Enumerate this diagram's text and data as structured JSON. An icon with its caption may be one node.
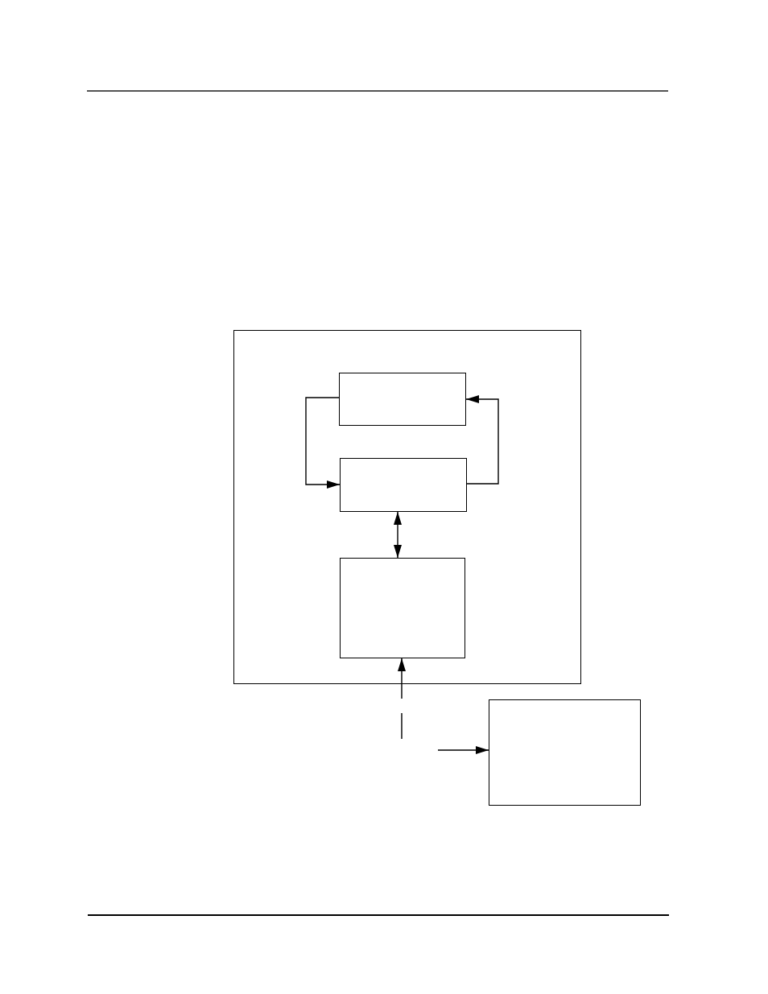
{
  "diagram": {
    "nodes": [
      {
        "text": [],
        "shape": "box"
      },
      {
        "text": [],
        "shape": "box",
        "in": 0
      },
      {
        "text": [],
        "shape": "box",
        "in": 0
      },
      {
        "text": [],
        "shape": "box",
        "in": 0
      },
      {
        "text": [],
        "shape": "box"
      }
    ],
    "edges": [
      {
        "from": 1,
        "to": 2,
        "arrow": "to"
      },
      {
        "from": 2,
        "to": 1,
        "arrow": "to"
      },
      {
        "from": 2,
        "to": 3,
        "arrow": "both"
      },
      {
        "from": null,
        "to": 3,
        "arrow": "to"
      },
      {
        "from": null,
        "to": 4,
        "arrow": "to"
      }
    ]
  }
}
